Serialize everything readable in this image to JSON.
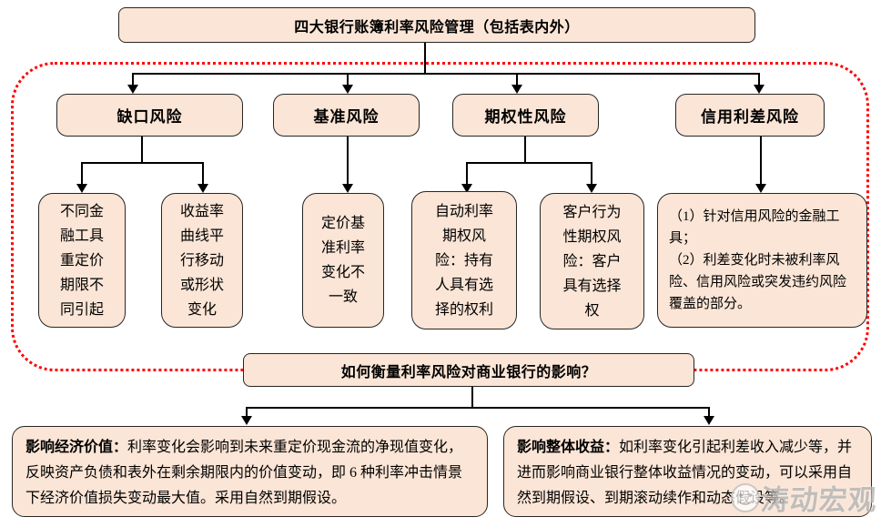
{
  "header": {
    "title": "四大银行账簿利率风险管理（包括表内外）"
  },
  "risk_categories": [
    {
      "label": "缺口风险"
    },
    {
      "label": "基准风险"
    },
    {
      "label": "期权性风险"
    },
    {
      "label": "信用利差风险"
    }
  ],
  "risk_details": {
    "gap": [
      "不同金融工具重定价期限不同引起",
      "收益率曲线平行移动或形状变化"
    ],
    "basis": [
      "定价基准利率变化不一致"
    ],
    "option": [
      "自动利率期权风险：持有人具有选择的权利",
      "客户行为性期权风险：客户具有选择权"
    ],
    "credit_spread": [
      "（1）针对信用风险的金融工具；",
      "（2）利差变化时未被利率风险、信用风险或突发违约风险覆盖的部分。"
    ]
  },
  "question": {
    "text": "如何衡量利率风险对商业银行的影响？"
  },
  "impacts": [
    {
      "lead": "影响经济价值：",
      "body": "利率变化会影响到未来重定价现金流的净现值变化，反映资产负债和表外在剩余期限内的价值变动，即 6 种利率冲击情景下经济价值损失变动最大值。采用自然到期假设。"
    },
    {
      "lead": "影响整体收益：",
      "body": "如利率变化引起利差收入减少等，并进而影响商业银行整体收益情况的变动，可以采用自然到期假设、到期滚动续作和动态假设等。"
    }
  ],
  "watermark": {
    "text": "涛动宏观",
    "logo": "smiley-badge-icon"
  },
  "colors": {
    "box_fill": "#FBE5D6",
    "box_border": "#262626",
    "line_color": "#000000",
    "dashed_border": "#FF0000",
    "watermark_color": "#B5B5B5"
  }
}
